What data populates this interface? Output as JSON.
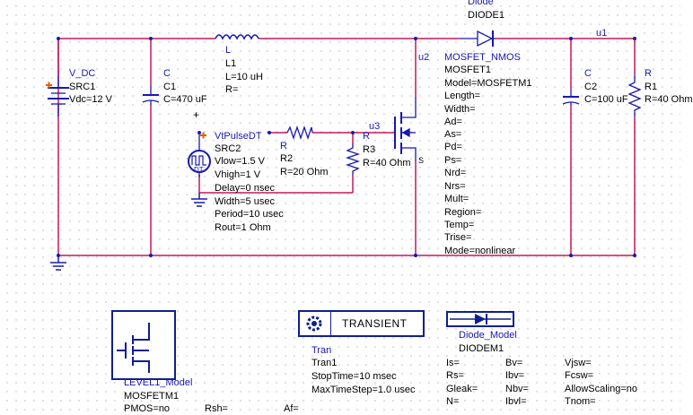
{
  "vdc": {
    "type": "V_DC",
    "name": "SRC1",
    "param": "Vdc=12 V"
  },
  "c1": {
    "type": "C",
    "name": "C1",
    "param": "C=470 uF"
  },
  "l1": {
    "type": "L",
    "name": "L1",
    "p1": "L=10 uH",
    "p2": "R="
  },
  "diode": {
    "type": "Diode",
    "name": "DIODE1"
  },
  "node_u1": "u1",
  "node_u2": "u2",
  "node_u3": "u3",
  "mosfet": {
    "type": "MOSFET_NMOS",
    "name": "MOSFET1",
    "params": [
      "Model=MOSFETM1",
      "Length=",
      "Width=",
      "Ad=",
      "As=",
      "Pd=",
      "Ps=",
      "Nrd=",
      "Nrs=",
      "Mult=",
      "Region=",
      "Temp=",
      "Trise=",
      "Mode=nonlinear"
    ],
    "pin_s": "S"
  },
  "c2": {
    "type": "C",
    "name": "C2",
    "param": "C=100 uF"
  },
  "r1": {
    "type": "R",
    "name": "R1",
    "param": "R=40 Ohm"
  },
  "plus_sign": "+",
  "pulse": {
    "type": "VtPulseDT",
    "name": "SRC2",
    "params": [
      "Vlow=1.5 V",
      "Vhigh=1 V",
      "Delay=0 nsec",
      "Width=5 usec",
      "Period=10 usec",
      "Rout=1 Ohm"
    ],
    "dt": "DT"
  },
  "r2": {
    "type": "R",
    "name": "R2",
    "param": "R=20 Ohm"
  },
  "r3": {
    "type": "R",
    "name": "R3",
    "param": "R=40 Ohm"
  },
  "level1": {
    "type": "LEVEL1_Model",
    "name": "MOSFETM1",
    "row": [
      "PMOS=no",
      "Rsh=",
      "Af="
    ]
  },
  "transient": {
    "button": "TRANSIENT",
    "type": "Tran",
    "name": "Tran1",
    "p1": "StopTime=10 msec",
    "p2": "MaxTimeStep=1.0 usec"
  },
  "diode_model": {
    "type": "Diode_Model",
    "name": "DIODEM1",
    "col1": [
      "Is=",
      "Rs=",
      "Gleak=",
      "N="
    ],
    "col2": [
      "Bv=",
      "Ibv=",
      "Nbv=",
      "Ibvl="
    ],
    "col3": [
      "Vjsw=",
      "Fcsw=",
      "AllowScaling=no",
      "Tnom="
    ]
  },
  "colors": {
    "wire": "#c2185b",
    "component": "#1818b0",
    "text": "#000000",
    "model_box": "#0f1f90"
  }
}
